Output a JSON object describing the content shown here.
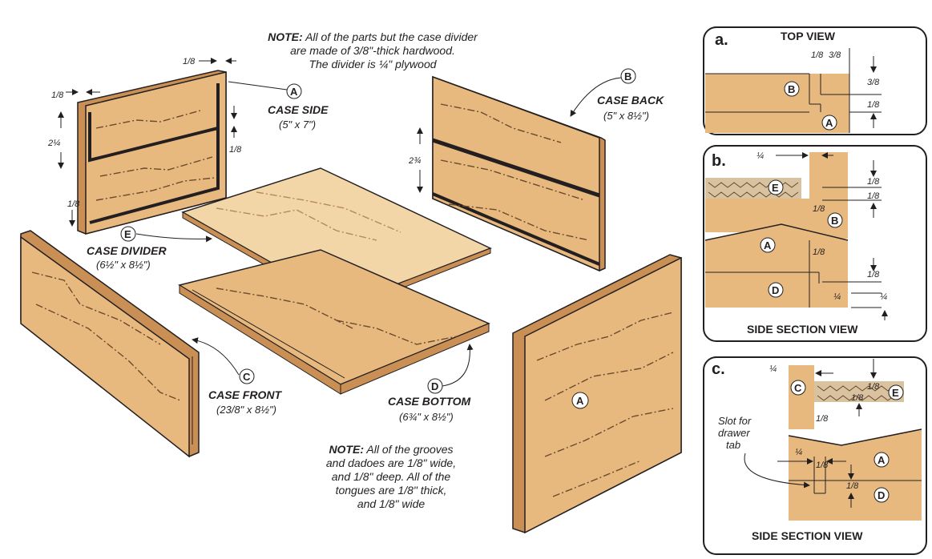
{
  "note_top": {
    "label": "NOTE:",
    "text1": "All of the parts but the case divider",
    "text2": "are made of 3/8\"-thick hardwood.",
    "text3": "The divider is ¼\" plywood"
  },
  "note_bottom": {
    "label": "NOTE:",
    "lines": [
      "All of the grooves",
      "and dadoes are 1/8\" wide,",
      "and 1/8\" deep.  All of the",
      "tongues are 1/8\" thick,",
      "and 1/8\" wide"
    ]
  },
  "parts": {
    "case_side": {
      "letter": "A",
      "name": "CASE SIDE",
      "size": "(5\" x 7\")"
    },
    "case_back": {
      "letter": "B",
      "name": "CASE BACK",
      "size": "(5\" x 8½\")"
    },
    "case_front": {
      "letter": "C",
      "name": "CASE FRONT",
      "size": "(23/8\" x 8½\")"
    },
    "case_bottom": {
      "letter": "D",
      "name": "CASE BOTTOM",
      "size": "(6¾\" x 8½\")"
    },
    "case_divider": {
      "letter": "E",
      "name": "CASE DIVIDER",
      "size": "(6½\" x 8½\")"
    },
    "side_panel_letter": "A"
  },
  "dims": {
    "eighth": "1/8",
    "quarter": "¼",
    "three_eighths": "3/8",
    "two_quarter": "2¼",
    "two_three_quarter": "2¾"
  },
  "views": {
    "a": {
      "tag": "a.",
      "title": "TOP VIEW",
      "labels": [
        "B",
        "A"
      ]
    },
    "b": {
      "tag": "b.",
      "title": "SIDE SECTION VIEW",
      "labels": [
        "E",
        "B",
        "A",
        "D"
      ]
    },
    "c": {
      "tag": "c.",
      "title": "SIDE SECTION VIEW",
      "labels": [
        "C",
        "E",
        "A",
        "D"
      ],
      "slot_lines": [
        "Slot for",
        "drawer",
        "tab"
      ]
    }
  },
  "colors": {
    "wood": "#e8b97f",
    "wood_dark": "#c98f55",
    "plywood": "#f3d6a8",
    "line": "#231f20"
  }
}
